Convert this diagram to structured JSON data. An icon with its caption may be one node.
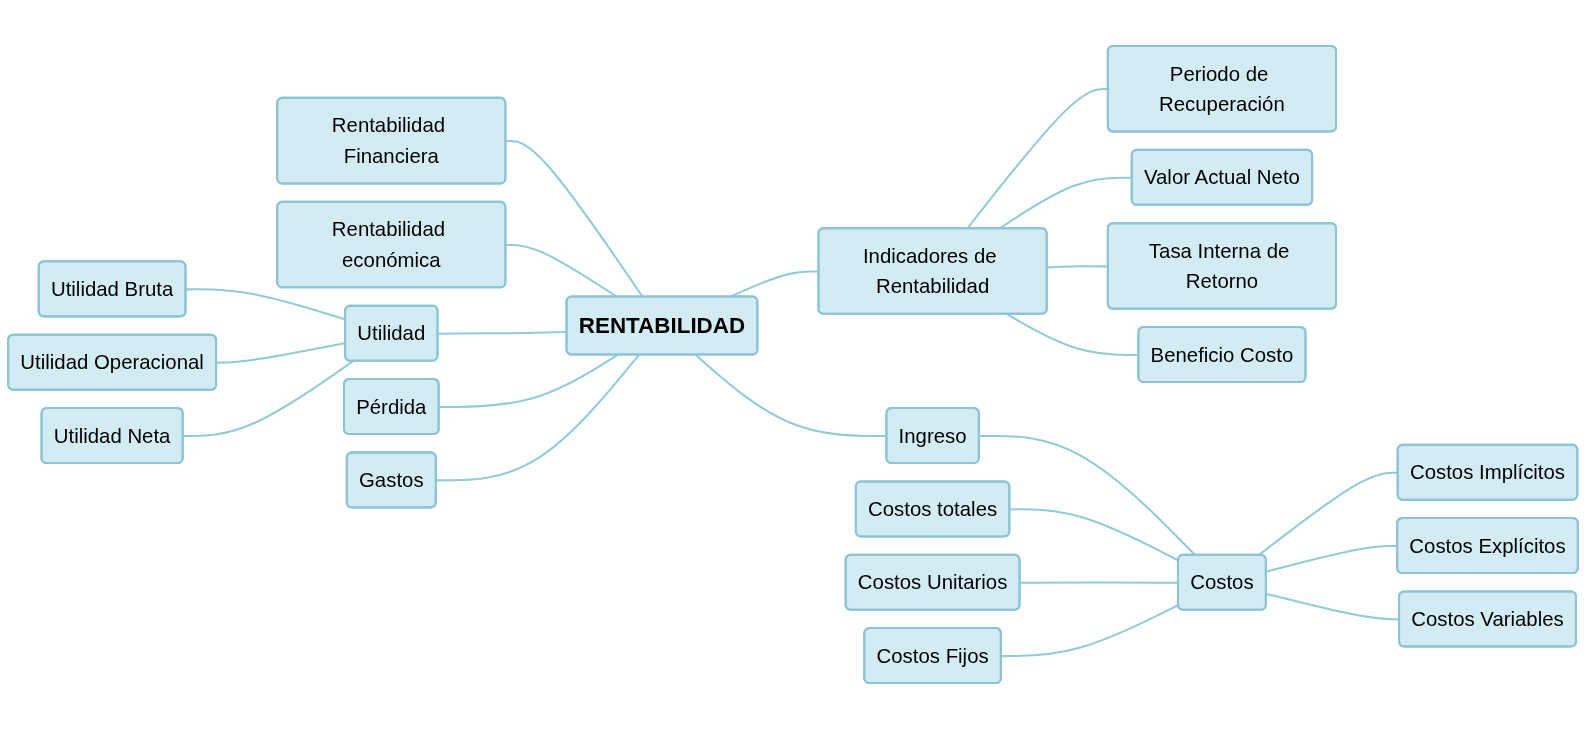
{
  "diagram": {
    "nodes": [
      {
        "text": [
          "Utilidad Bruta"
        ]
      },
      {
        "text": [
          "Rentabilidad Financiera"
        ]
      },
      {
        "text": [
          "Rentabilidad económica"
        ]
      },
      {
        "text": [
          "Periodo de Recuperación"
        ]
      },
      {
        "text": [
          "Valor Actual Neto"
        ]
      },
      {
        "text": [
          "Utilidad"
        ]
      },
      {
        "text": [
          "RENTABILIDAD"
        ]
      },
      {
        "text": [
          "Indicadores de Rentabilidad"
        ]
      },
      {
        "text": [
          "Tasa Interna de Retorno"
        ]
      },
      {
        "text": [
          "Utilidad Operacional"
        ]
      },
      {
        "text": [
          "Pérdida"
        ]
      },
      {
        "text": [
          "Beneficio Costo"
        ]
      },
      {
        "text": [
          "Gastos"
        ]
      },
      {
        "text": [
          "Ingreso"
        ]
      },
      {
        "text": [
          "Costos Implícitos"
        ]
      },
      {
        "text": [
          "Utilidad Neta"
        ]
      },
      {
        "text": [
          "Costos totales"
        ]
      },
      {
        "text": [
          "Costos"
        ]
      },
      {
        "text": [
          "Costos Explícitos"
        ]
      },
      {
        "text": [
          "Costos Unitarios"
        ]
      },
      {
        "text": [
          "Costos Fijos"
        ]
      },
      {
        "text": [
          "Costos Variables"
        ]
      }
    ],
    "edges": [
      {
        "from": 0,
        "to": 5,
        "arrow": "none"
      },
      {
        "from": 9,
        "to": 5,
        "arrow": "none"
      },
      {
        "from": 15,
        "to": 5,
        "arrow": "none"
      },
      {
        "from": 1,
        "to": 6,
        "arrow": "none"
      },
      {
        "from": 2,
        "to": 6,
        "arrow": "none"
      },
      {
        "from": 5,
        "to": 6,
        "arrow": "none"
      },
      {
        "from": 10,
        "to": 6,
        "arrow": "none"
      },
      {
        "from": 12,
        "to": 6,
        "arrow": "none"
      },
      {
        "from": 6,
        "to": 7,
        "arrow": "none"
      },
      {
        "from": 6,
        "to": 13,
        "arrow": "none"
      },
      {
        "from": 7,
        "to": 3,
        "arrow": "none"
      },
      {
        "from": 7,
        "to": 4,
        "arrow": "none"
      },
      {
        "from": 7,
        "to": 8,
        "arrow": "none"
      },
      {
        "from": 7,
        "to": 11,
        "arrow": "none"
      },
      {
        "from": 13,
        "to": 17,
        "arrow": "none"
      },
      {
        "from": 16,
        "to": 17,
        "arrow": "none"
      },
      {
        "from": 17,
        "to": 14,
        "arrow": "none"
      },
      {
        "from": 17,
        "to": 18,
        "arrow": "none"
      },
      {
        "from": 19,
        "to": 17,
        "arrow": "none"
      },
      {
        "from": 20,
        "to": 17,
        "arrow": "none"
      },
      {
        "from": 17,
        "to": 21,
        "arrow": "none"
      }
    ]
  }
}
